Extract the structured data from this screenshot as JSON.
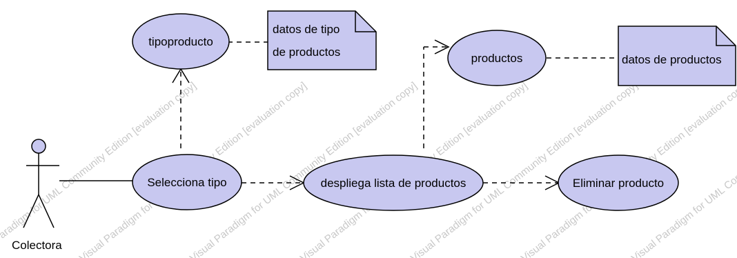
{
  "actor": {
    "name": "Colectora"
  },
  "use_cases": {
    "tipoproducto": "tipoproducto",
    "productos": "productos",
    "selecciona_tipo": "Selecciona tipo",
    "despliega_lista": "despliega lista de productos",
    "eliminar_producto": "Eliminar producto"
  },
  "notes": {
    "tipo": {
      "line1": "datos de tipo",
      "line2": "de productos"
    },
    "productos": {
      "line1": "datos de productos"
    }
  },
  "watermark": {
    "text1": "Visual Paradigm for UML Community Edition [evaluation copy]"
  },
  "colors": {
    "use_case_fill": "#c8c8f0",
    "note_fill": "#c8c8f0",
    "stroke": "#000000",
    "watermark": "#c8c8c8"
  }
}
